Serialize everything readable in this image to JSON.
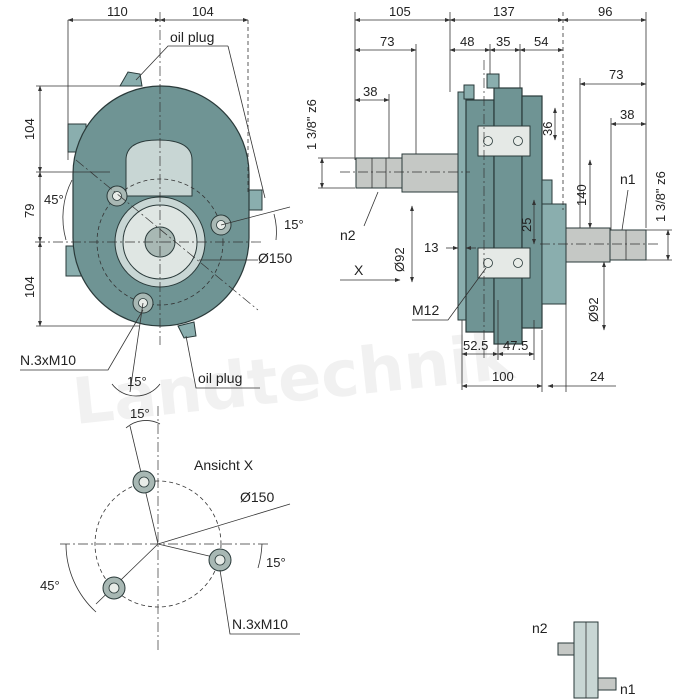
{
  "watermark": "Landtechnik",
  "front_view": {
    "dims": {
      "left_width": "110",
      "right_width": "104",
      "top_height": "104",
      "mid_height": "79",
      "bottom_height": "104",
      "flange_diameter": "Ø150"
    },
    "angles": {
      "left": "45°",
      "right": "15°",
      "bottom": "15°"
    },
    "labels": {
      "oil_plug_top": "oil plug",
      "oil_plug_bottom": "oil plug",
      "bolts": "N.3xM10"
    }
  },
  "side_view": {
    "dims": {
      "left_overall": "105",
      "center_overall": "137",
      "right_overall": "96",
      "left_73": "73",
      "left_38": "38",
      "d48": "48",
      "d35": "35",
      "d54": "54",
      "d36": "36",
      "right_73": "73",
      "right_38": "38",
      "d140": "140",
      "d25": "25",
      "d13": "13",
      "d52_5": "52.5",
      "d47_5": "47.5",
      "d100": "100",
      "d24": "24",
      "shaft_left": "1 3/8\" z6",
      "shaft_right": "1 3/8\" z6",
      "dia_left": "Ø92",
      "dia_right": "Ø92"
    },
    "labels": {
      "n2": "n2",
      "n1": "n1",
      "view_arrow": "X",
      "m12": "M12"
    }
  },
  "view_x": {
    "title": "Ansicht X",
    "dims": {
      "diameter": "Ø150",
      "angle_top": "15°",
      "angle_right": "15°",
      "angle_left": "45°",
      "bolts": "N.3xM10"
    }
  },
  "schematic": {
    "n2": "n2",
    "n1": "n1"
  }
}
